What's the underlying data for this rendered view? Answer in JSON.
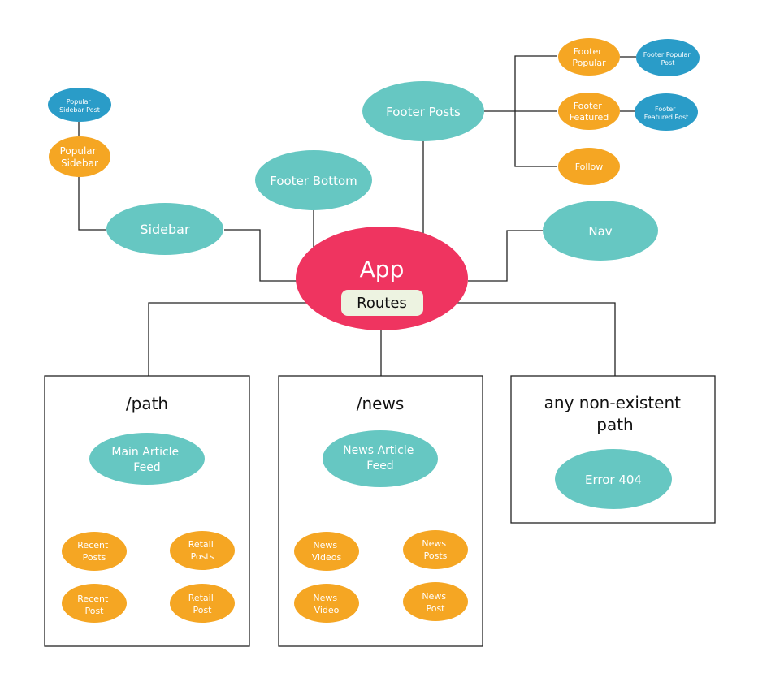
{
  "colors": {
    "teal": "#66c7c2",
    "orange": "#f5a623",
    "blue": "#2a9cc8",
    "red": "#ef3460",
    "routes_pill": "#edf3e1",
    "line": "#222222"
  },
  "app": {
    "label": "App",
    "routes_label": "Routes"
  },
  "components": {
    "sidebar": "Sidebar",
    "popular_sidebar": [
      "Popular",
      "Sidebar"
    ],
    "popular_sidebar_post": [
      "Popular",
      "Sidebar Post"
    ],
    "footer_bottom": "Footer Bottom",
    "footer_posts": "Footer Posts",
    "footer_popular": [
      "Footer",
      "Popular"
    ],
    "footer_popular_post": [
      "Footer Popular",
      "Post"
    ],
    "footer_featured": [
      "Footer",
      "Featured"
    ],
    "footer_featured_post": [
      "Footer",
      "Featured Post"
    ],
    "follow": "Follow",
    "nav": "Nav"
  },
  "routes": {
    "path": {
      "title": "/path",
      "feed": [
        "Main Article",
        "Feed"
      ],
      "left_parent": [
        "Recent",
        "Posts"
      ],
      "left_child": [
        "Recent",
        "Post"
      ],
      "right_parent": [
        "Retail",
        "Posts"
      ],
      "right_child": [
        "Retail",
        "Post"
      ]
    },
    "news": {
      "title": "/news",
      "feed": [
        "News Article",
        "Feed"
      ],
      "left_parent": [
        "News",
        "Videos"
      ],
      "left_child": [
        "News",
        "Video"
      ],
      "right_parent": [
        "News",
        "Posts"
      ],
      "right_child": [
        "News",
        "Post"
      ]
    },
    "error": {
      "title": [
        "any non-existent",
        "path"
      ],
      "node": "Error 404"
    }
  }
}
